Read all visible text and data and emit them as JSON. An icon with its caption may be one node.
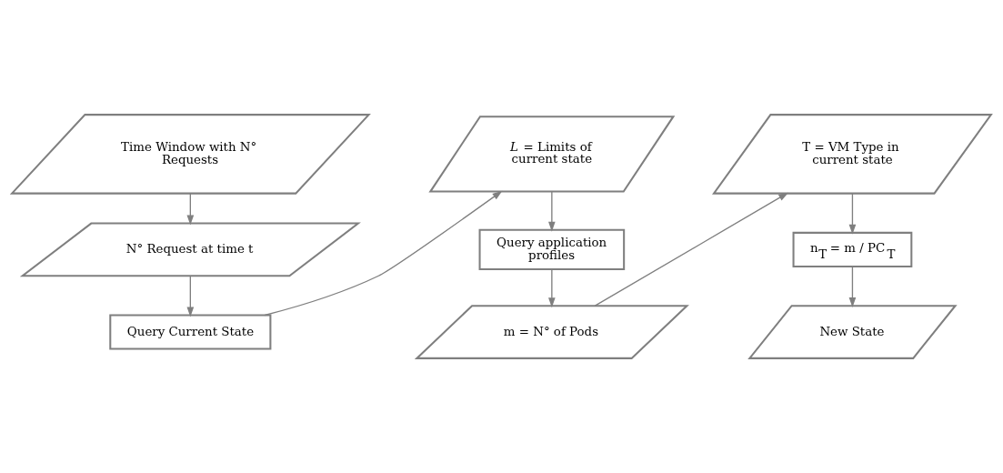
{
  "diagram": {
    "nodes": [
      {
        "text": [
          "Time Window with N° Requests"
        ]
      },
      {
        "text": [
          "N° Request at time t"
        ]
      },
      {
        "text": [
          "Query Current State"
        ]
      },
      {
        "text": [
          "*L* = Limits of current state"
        ]
      },
      {
        "text": [
          "Query application profiles"
        ]
      },
      {
        "text": [
          "m = N° of Pods"
        ]
      },
      {
        "text": [
          "T = VM Type in current state"
        ]
      },
      {
        "text": [
          "n$_{T}$ = m / PC$_{T}$"
        ]
      },
      {
        "text": [
          "New State"
        ]
      }
    ],
    "edges": [
      {
        "from": 0,
        "to": 1,
        "arrow": "to"
      },
      {
        "from": 1,
        "to": 2,
        "arrow": "to"
      },
      {
        "from": 2,
        "to": 3,
        "arrow": "to"
      },
      {
        "from": 3,
        "to": 4,
        "arrow": "to"
      },
      {
        "from": 4,
        "to": 5,
        "arrow": "to"
      },
      {
        "from": 5,
        "to": 6,
        "arrow": "to"
      },
      {
        "from": 6,
        "to": 7,
        "arrow": "to"
      },
      {
        "from": 7,
        "to": 8,
        "arrow": "to"
      }
    ]
  }
}
